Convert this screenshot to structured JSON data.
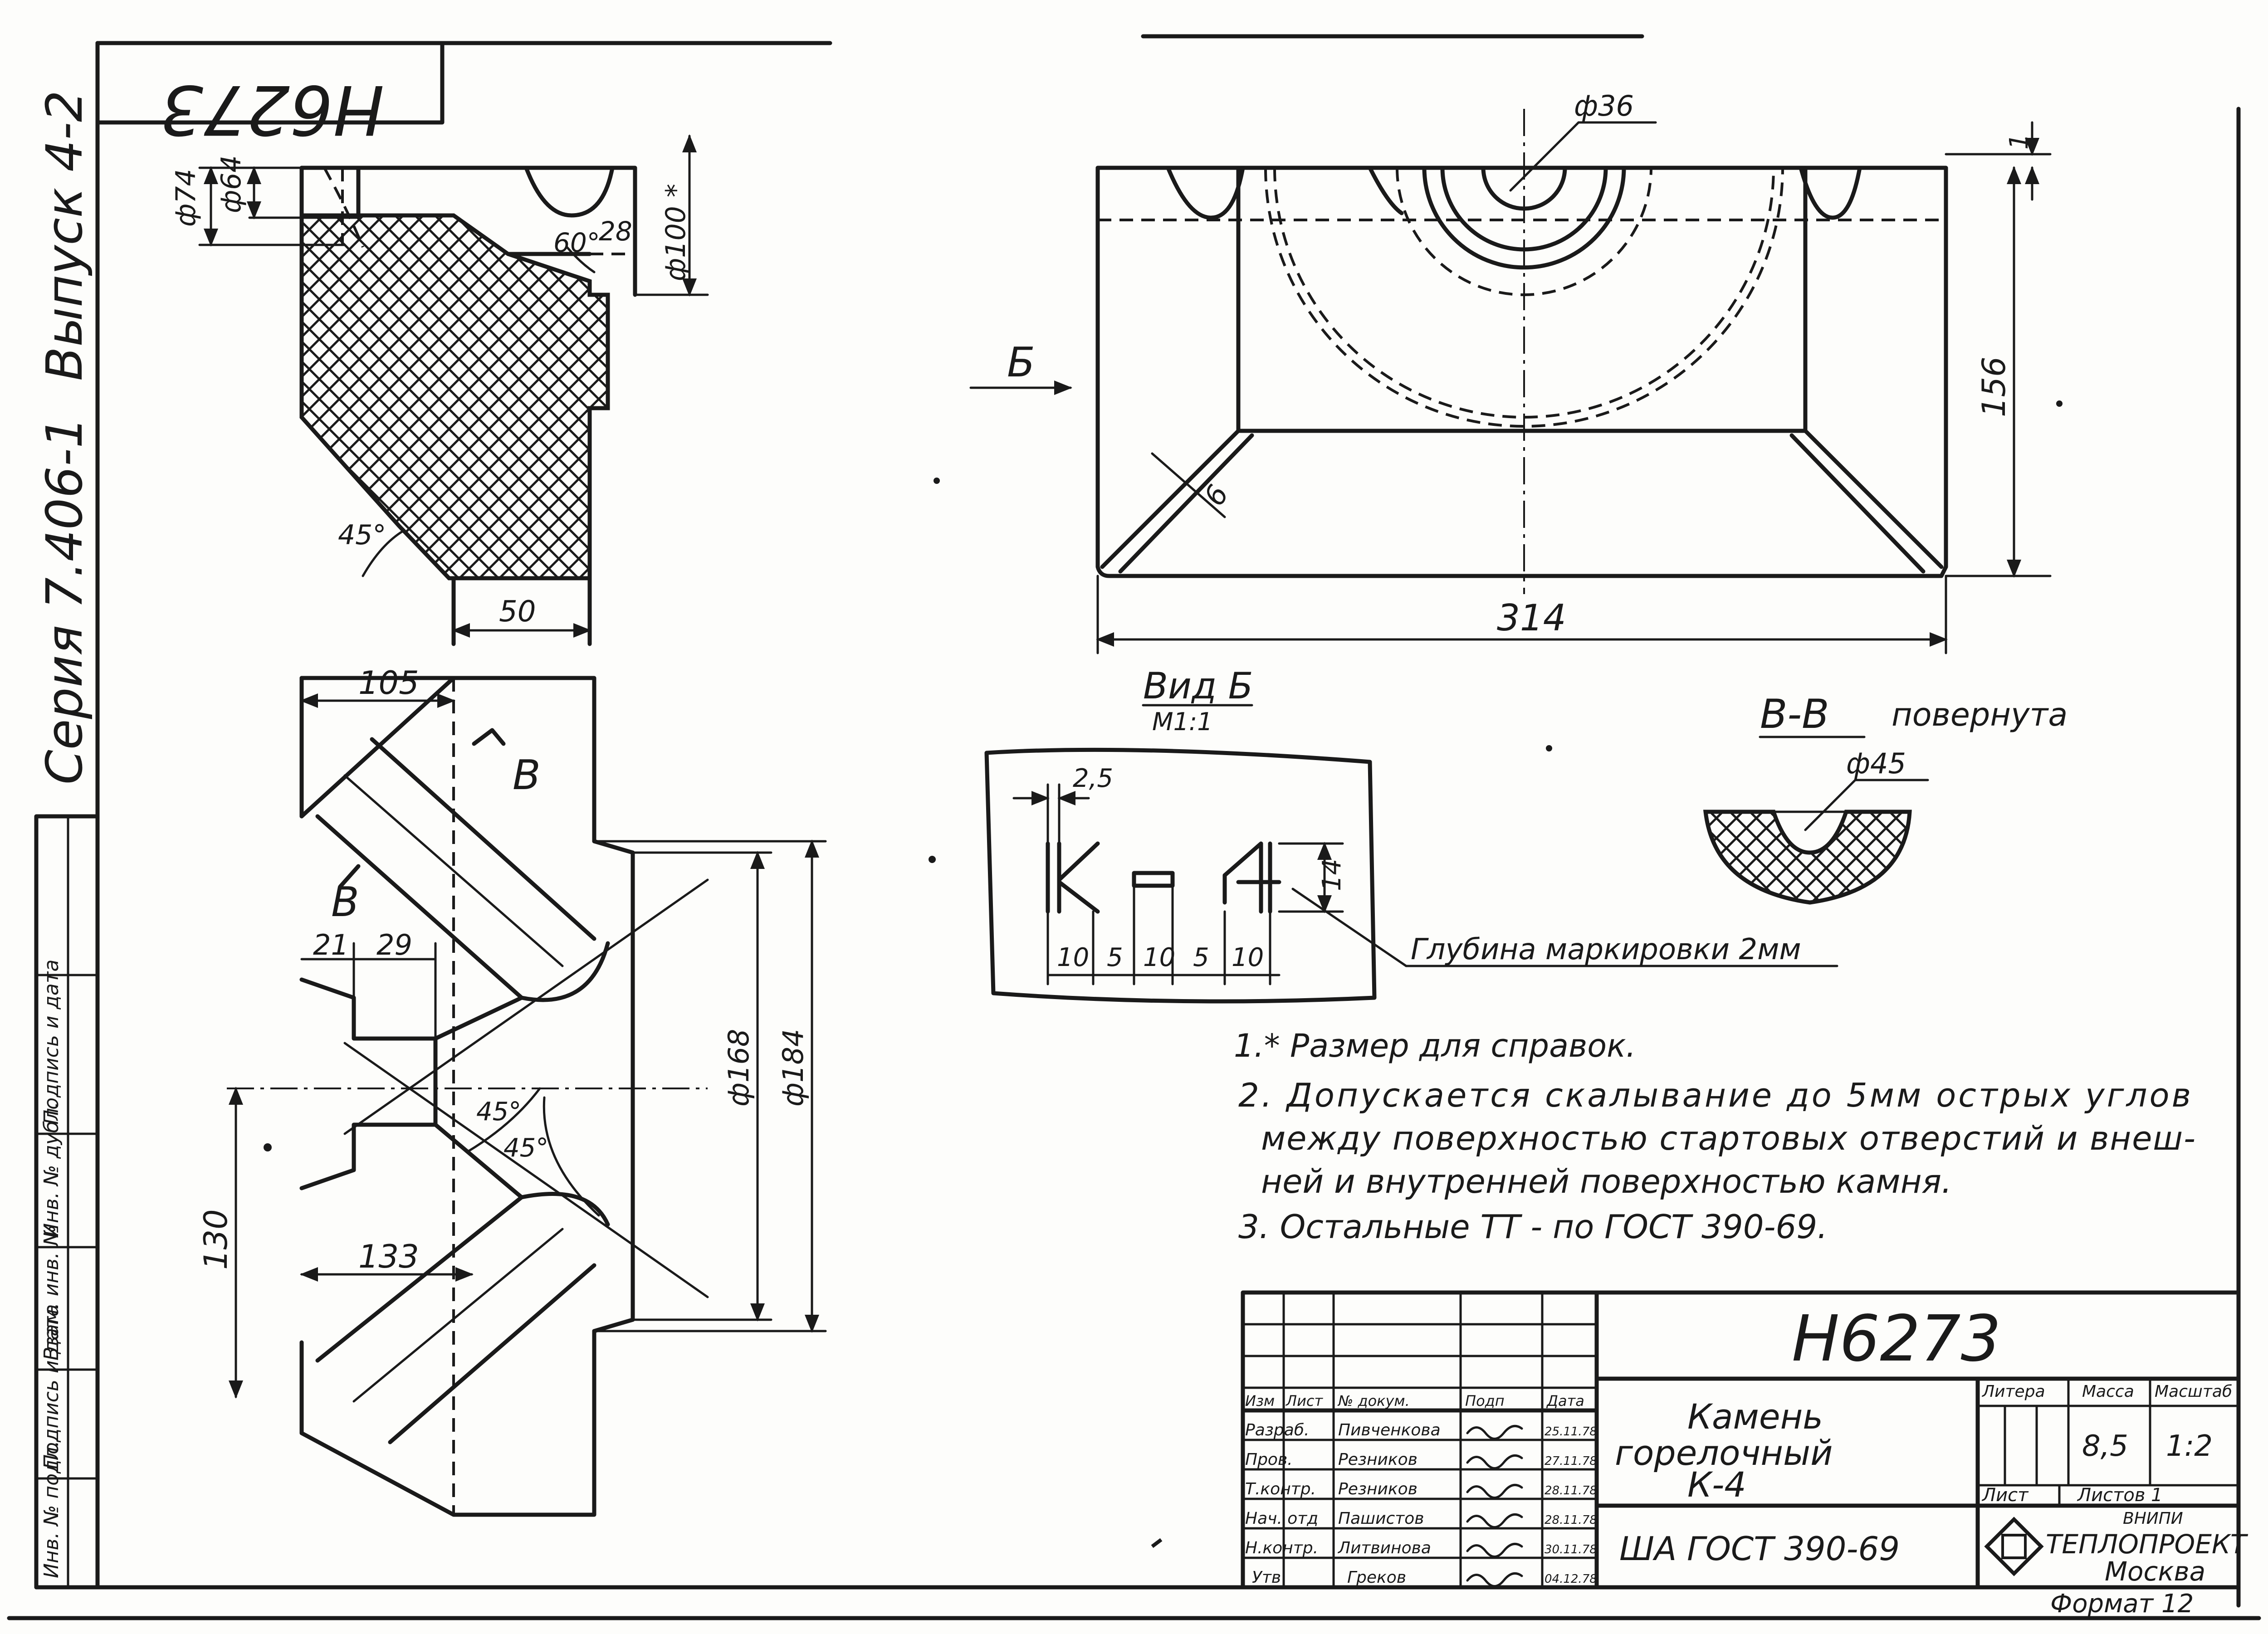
{
  "drawing_number": "Н6273",
  "drawing_number_rotated": "Н6273",
  "series_label": "Серия 7.406-1",
  "issue_label": "Выпуск 4-2",
  "side_stamp": [
    "Инв. № подл.",
    "Подпись и дата",
    "Взам. инв. №",
    "Инв. № дубл.",
    "Подпись и дата"
  ],
  "dims_section": {
    "d74": "ф74",
    "d64": "ф64",
    "a60": "60°",
    "d28": "28",
    "d100": "ф100 *",
    "a45": "45°",
    "d50": "50"
  },
  "dims_plan": {
    "d105": "105",
    "d21": "21",
    "d29": "29",
    "a45a": "45°",
    "a45b": "45°",
    "d133": "133",
    "d130": "130",
    "d168": "ф168",
    "d184": "ф184",
    "sec_b1": "В",
    "sec_b2": "В"
  },
  "dims_front": {
    "d36": "ф36",
    "d1": "1",
    "d156": "156",
    "d6": "6",
    "d314": "314",
    "view_arrow": "Б"
  },
  "view_b": {
    "title": "Вид Б",
    "scale": "М1:1",
    "mark_text": "К-4",
    "d25": "2,5",
    "d14": "14",
    "dims": [
      "10",
      "5",
      "10",
      "5",
      "10"
    ],
    "depth_note": "Глубина маркировки 2мм"
  },
  "section_vv": {
    "title": "В-В",
    "note": "повернута",
    "d45": "ф45"
  },
  "notes": [
    "1.* Размер для справок.",
    "2. Допускается скалывание до 5мм острых углов",
    "между поверхностью стартовых отверстий и внеш-",
    "ней и внутренней поверхностью камня.",
    "3. Остальные ТТ - по ГОСТ 390-69."
  ],
  "title_block": {
    "number": "Н6273",
    "name_line1": "Камень",
    "name_line2": "горелочный",
    "name_line3": "К-4",
    "material": "ША ГОСТ 390-69",
    "headers": [
      "Изм",
      "Лист",
      "№ докум.",
      "Подп",
      "Дата"
    ],
    "rows": [
      {
        "role": "Разраб.",
        "name": "Пивченкова",
        "date": "25.11.78"
      },
      {
        "role": "Пров.",
        "name": "Резников",
        "date": "27.11.78"
      },
      {
        "role": "Т.контр.",
        "name": "Резников",
        "date": "28.11.78"
      },
      {
        "role": "Нач. отд",
        "name": "Пашистов",
        "date": "28.11.78"
      },
      {
        "role": "Н.контр.",
        "name": "Литвинова",
        "date": "30.11.78"
      },
      {
        "role": "Утв",
        "name": "Греков",
        "date": "04.12.78"
      }
    ],
    "litera_label": "Литера",
    "mass_label": "Масса",
    "scale_label": "Масштаб",
    "mass": "8,5",
    "scale": "1:2",
    "sheet_label": "Лист",
    "sheets_label": "Листов 1",
    "org_small": "ВНИПИ",
    "org": "ТЕПЛОПРОЕКТ",
    "city": "Москва",
    "format": "Формат 12"
  }
}
